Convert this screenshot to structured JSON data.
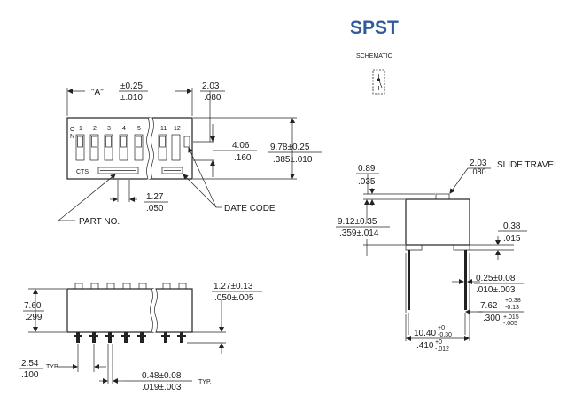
{
  "title": "SPST",
  "schematic_label": "SCHEMATIC",
  "top_view": {
    "position_a": "\"A\"",
    "a_tol_1": "±0.25",
    "a_tol_2": "±.010",
    "end_mm": "2.03",
    "end_in": ".080",
    "on_label": [
      "O",
      "N"
    ],
    "switch_numbers": [
      "1",
      "2",
      "3",
      "4",
      "5",
      "11",
      "12"
    ],
    "brand": "CTS",
    "height_mm": "4.06",
    "height_in": ".160",
    "width_mm": "9.78±0.25",
    "width_in": ".385±.010",
    "offset_mm": "1.27",
    "offset_in": ".050",
    "part_no": "PART NO.",
    "date_code": "DATE CODE"
  },
  "side_view": {
    "height_mm": "7.60",
    "height_in": ".299",
    "pin_len_mm": "1.27±0.13",
    "pin_len_in": ".050±.005",
    "pitch_mm": "2.54",
    "pitch_in": ".100",
    "pitch_typ": "TYP.",
    "pin_w_mm": "0.48±0.08",
    "pin_w_in": ".019±.003",
    "pin_w_typ": "TYP."
  },
  "end_view": {
    "actuator_mm": "0.89",
    "actuator_in": ".035",
    "travel_mm": "2.03",
    "travel_in": ".080",
    "travel_label": "SLIDE TRAVEL",
    "body_h_mm": "9.12±0.35",
    "body_h_in": ".359±.014",
    "stand_mm": "0.38",
    "stand_in": ".015",
    "lead_t_mm": "0.25±0.08",
    "lead_t_in": ".010±.003",
    "row_mm": "7.62",
    "row_mm_plus": "+0.38",
    "row_mm_minus": "-0.13",
    "row_in": ".300",
    "row_in_plus": "+.015",
    "row_in_minus": "-.005",
    "span_mm": "10.40",
    "span_mm_plus": "+0",
    "span_mm_minus": "-0.30",
    "span_in": ".410",
    "span_in_plus": "+0",
    "span_in_minus": "-.012"
  }
}
